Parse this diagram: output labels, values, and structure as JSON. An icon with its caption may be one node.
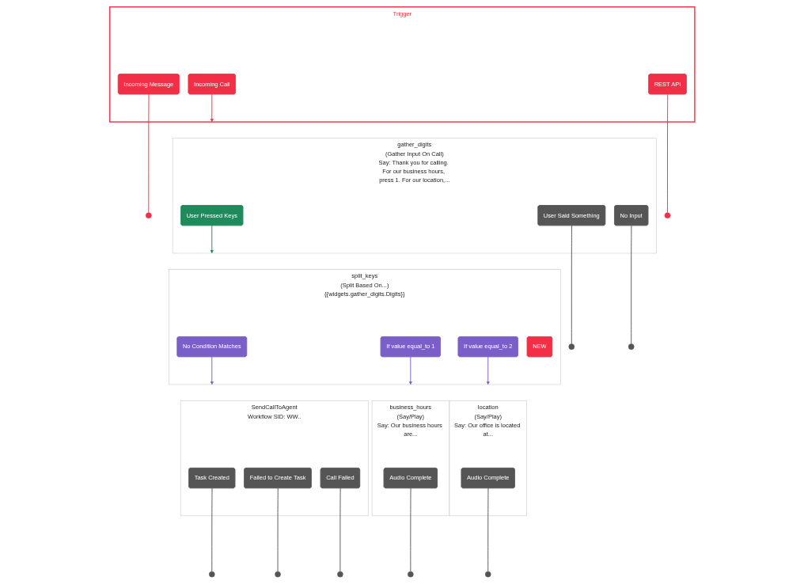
{
  "diagram": {
    "nodes": [
      {
        "text": [
          "Trigger"
        ]
      },
      {
        "text": [
          "Incoming Message"
        ],
        "in": 0
      },
      {
        "text": [
          "Incoming Call"
        ],
        "in": 0
      },
      {
        "text": [
          "REST API"
        ],
        "in": 0
      },
      {
        "text": [
          "gather_digits",
          "(Gather Input On Call)",
          "Say: Thank you for calling. For our business hours, press 1. For our location,..."
        ]
      },
      {
        "text": [
          "User Pressed Keys"
        ],
        "in": 4
      },
      {
        "text": [
          "User Said Something"
        ],
        "in": 4
      },
      {
        "text": [
          "No Input"
        ],
        "in": 4
      },
      {
        "text": [
          "split_keys",
          "(Split Based On...)",
          "{{widgets.gather_digits.Digits}}"
        ]
      },
      {
        "text": [
          "No Condition Matches"
        ],
        "in": 8
      },
      {
        "text": [
          "If value equal_to 1"
        ],
        "in": 8
      },
      {
        "text": [
          "If value equal_to 2"
        ],
        "in": 8
      },
      {
        "text": [
          "NEW"
        ],
        "in": 8
      },
      {
        "text": [
          "SendCallToAgent",
          "Workflow SID: WW.."
        ]
      },
      {
        "text": [
          "Task Created"
        ],
        "in": 13
      },
      {
        "text": [
          "Failed to Create Task"
        ],
        "in": 13
      },
      {
        "text": [
          "Call Failed"
        ],
        "in": 13
      },
      {
        "text": [
          "business_hours",
          "(Say/Play)",
          "Say: Our business hours are..."
        ]
      },
      {
        "text": [
          "Audio Complete"
        ],
        "in": 17
      },
      {
        "text": [
          "location",
          "(Say/Play)",
          "Say: Our office is located at..."
        ]
      },
      {
        "text": [
          "Audio Complete"
        ],
        "in": 19
      },
      {
        "text": [],
        "shape": "circle"
      },
      {
        "text": [],
        "shape": "circle"
      },
      {
        "text": [],
        "shape": "circle"
      },
      {
        "text": [],
        "shape": "circle"
      },
      {
        "text": [],
        "shape": "circle"
      },
      {
        "text": [],
        "shape": "circle"
      },
      {
        "text": [],
        "shape": "circle"
      },
      {
        "text": [],
        "shape": "circle"
      },
      {
        "text": [],
        "shape": "circle"
      }
    ],
    "edges": [
      {
        "from": 2,
        "to": 4,
        "arrow": "to",
        "color": "#f22f46"
      },
      {
        "from": 5,
        "to": 8,
        "arrow": "to",
        "color": "#1f8a5b"
      },
      {
        "from": 9,
        "to": 13,
        "arrow": "to",
        "color": "#7a5fc8"
      },
      {
        "from": 10,
        "to": 17,
        "arrow": "to",
        "color": "#7a5fc8"
      },
      {
        "from": 11,
        "to": 19,
        "arrow": "to",
        "color": "#7a5fc8"
      },
      {
        "from": 1,
        "to": 21,
        "arrow": "none",
        "color": "#f22f46"
      },
      {
        "from": 3,
        "to": 22,
        "arrow": "none",
        "color": "#f22f46"
      },
      {
        "from": 6,
        "to": 23,
        "arrow": "none"
      },
      {
        "from": 7,
        "to": 24,
        "arrow": "none"
      },
      {
        "from": 14,
        "to": 25,
        "arrow": "none"
      },
      {
        "from": 15,
        "to": 26,
        "arrow": "none"
      },
      {
        "from": 16,
        "to": 27,
        "arrow": "none"
      },
      {
        "from": 18,
        "to": 28,
        "arrow": "none"
      },
      {
        "from": 20,
        "to": 29,
        "arrow": "none"
      }
    ]
  }
}
